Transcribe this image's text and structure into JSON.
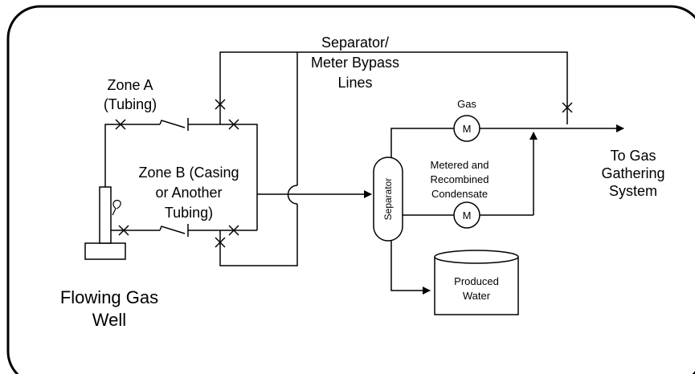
{
  "labels": {
    "bypass_line1": "Separator/",
    "bypass_line2": "Meter Bypass",
    "bypass_line3": "Lines",
    "zone_a_line1": "Zone A",
    "zone_a_line2": "(Tubing)",
    "zone_b_line1": "Zone B (Casing",
    "zone_b_line2": "or Another",
    "zone_b_line3": "Tubing)",
    "well_line1": "Flowing Gas",
    "well_line2": "Well",
    "gas": "Gas",
    "meter_gas": "M",
    "meter_condensate": "M",
    "condensate_line1": "Metered and",
    "condensate_line2": "Recombined",
    "condensate_line3": "Condensate",
    "separator": "Separator",
    "to_gas_line1": "To Gas",
    "to_gas_line2": "Gathering",
    "to_gas_line3": "System",
    "water_line1": "Produced",
    "water_line2": "Water"
  }
}
